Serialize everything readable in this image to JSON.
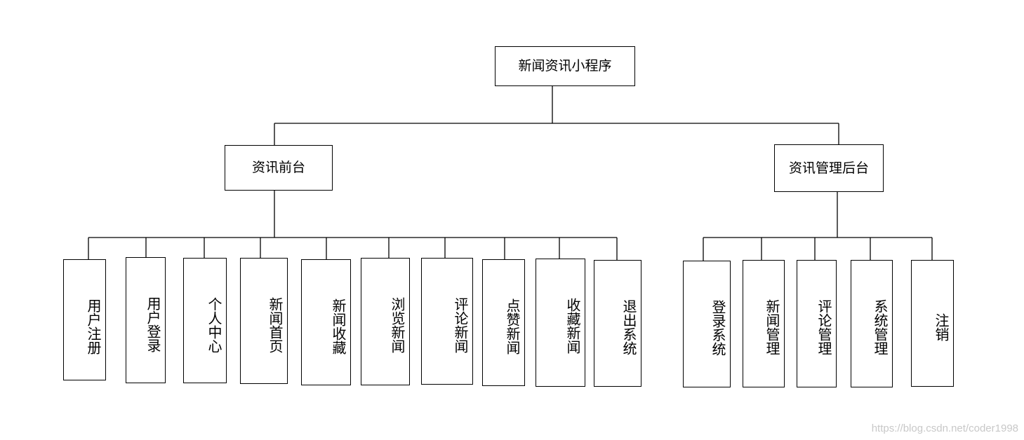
{
  "root": {
    "label": "新闻资讯小程序"
  },
  "front": {
    "label": "资讯前台",
    "items": [
      "用户注册",
      "用户登录",
      "个人中心",
      "新闻首页",
      "新闻收藏",
      "浏览新闻",
      "评论新闻",
      "点赞新闻",
      "收藏新闻",
      "退出系统"
    ]
  },
  "back": {
    "label": "资讯管理后台",
    "items": [
      "登录系统",
      "新闻管理",
      "评论管理",
      "系统管理",
      "注销"
    ]
  },
  "watermark": "https://blog.csdn.net/coder1998",
  "colors": {
    "line": "#000000",
    "box_border": "#000000",
    "background": "#ffffff",
    "watermark": "#c8c8c8"
  }
}
